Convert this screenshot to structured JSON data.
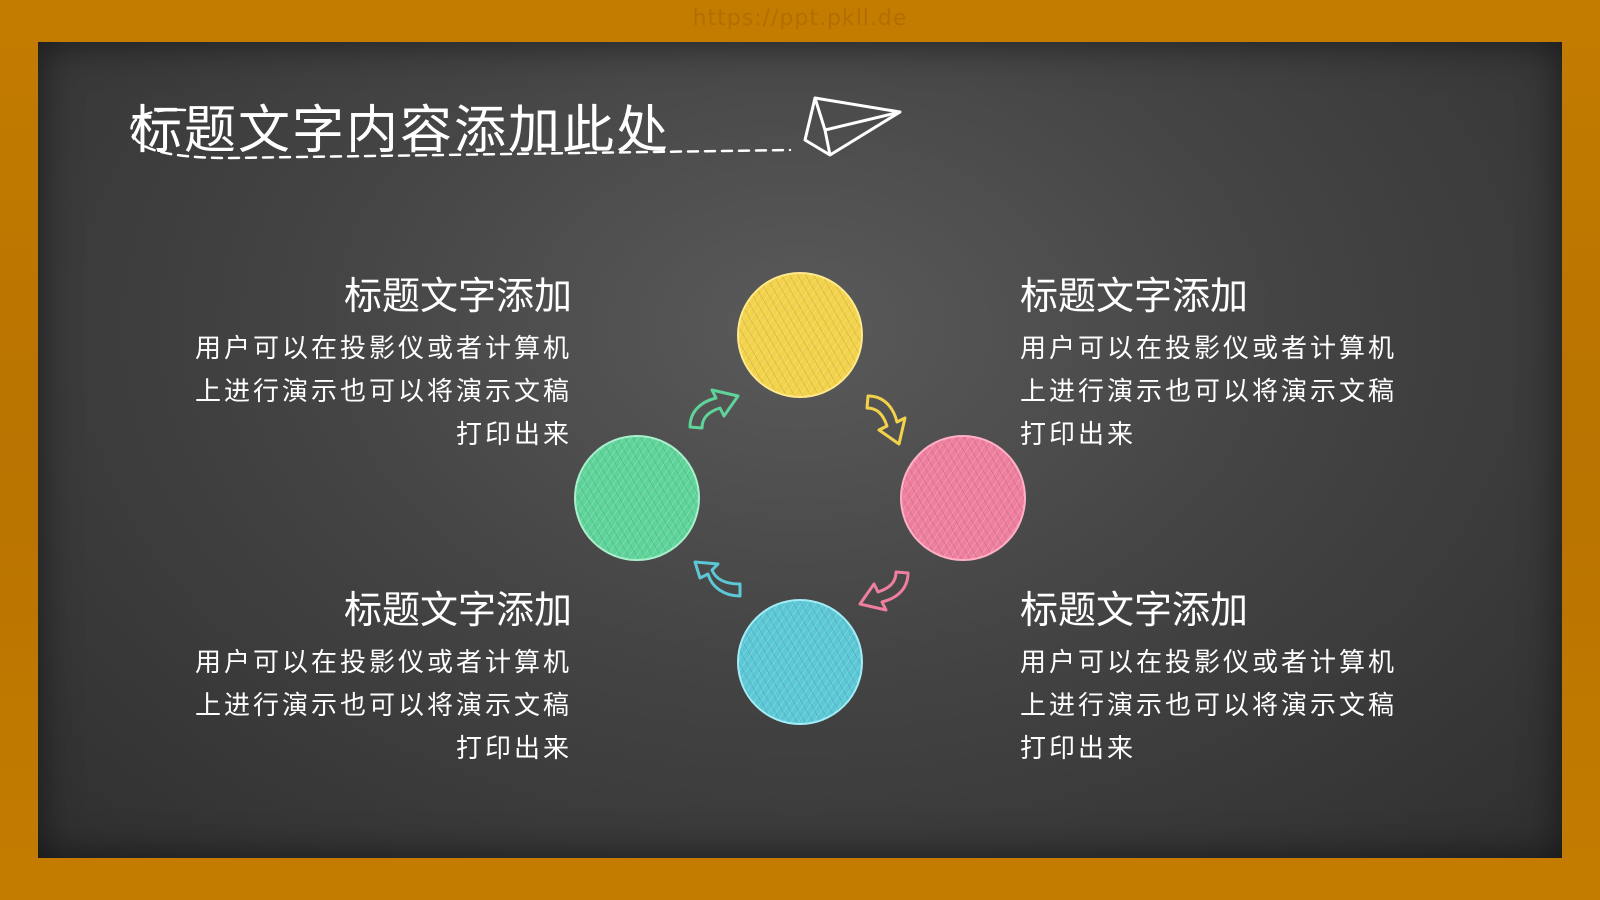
{
  "watermark": "https://ppt.pkll.de",
  "title": "标题文字内容添加此处",
  "blocks": [
    {
      "heading": "标题文字添加",
      "body": "用户可以在投影仪或者计算机上进行演示也可以将演示文稿打印出来"
    },
    {
      "heading": "标题文字添加",
      "body": "用户可以在投影仪或者计算机上进行演示也可以将演示文稿打印出来"
    },
    {
      "heading": "标题文字添加",
      "body": "用户可以在投影仪或者计算机上进行演示也可以将演示文稿打印出来"
    },
    {
      "heading": "标题文字添加",
      "body": "用户可以在投影仪或者计算机上进行演示也可以将演示文稿打印出来"
    }
  ],
  "colors": {
    "frame": "#c07a00",
    "board": "#444444",
    "yellow": "#f2d24a",
    "pink": "#ee7f9e",
    "cyan": "#5cc8d6",
    "green": "#5fd49a"
  },
  "icons": [
    "paper-plane-icon",
    "dashed-swoosh-icon",
    "curved-arrow-icon"
  ]
}
